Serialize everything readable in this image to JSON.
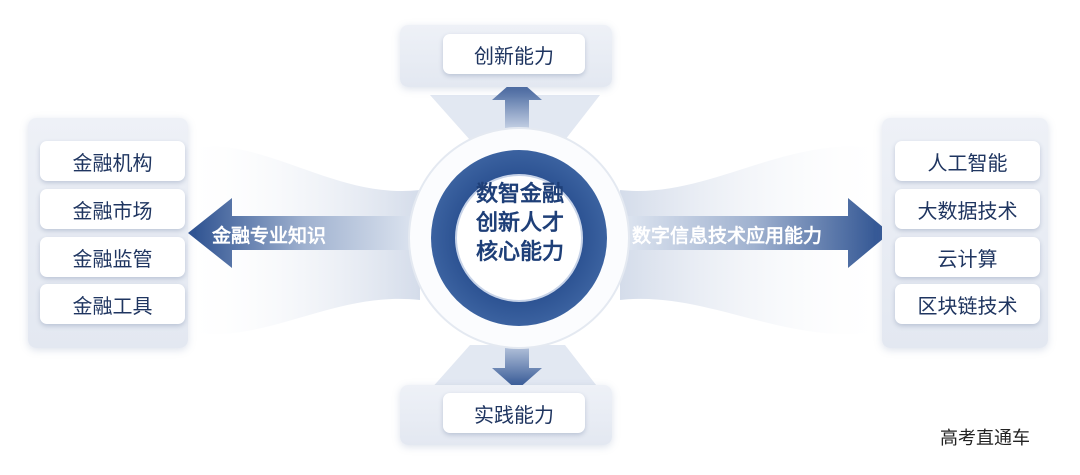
{
  "center": {
    "lines": [
      "数智金融",
      "创新人才",
      "核心能力"
    ]
  },
  "top": {
    "label": "创新能力"
  },
  "bottom": {
    "label": "实践能力"
  },
  "left": {
    "arrow_label": "金融专业知识",
    "items": [
      "金融机构",
      "金融市场",
      "金融监管",
      "金融工具"
    ]
  },
  "right": {
    "arrow_label": "数字信息技术应用能力",
    "items": [
      "人工智能",
      "大数据技术",
      "云计算",
      "区块链技术"
    ]
  },
  "watermark": "高考直通车",
  "colors": {
    "primary": "#2a4f8f",
    "text": "#1f3560"
  }
}
